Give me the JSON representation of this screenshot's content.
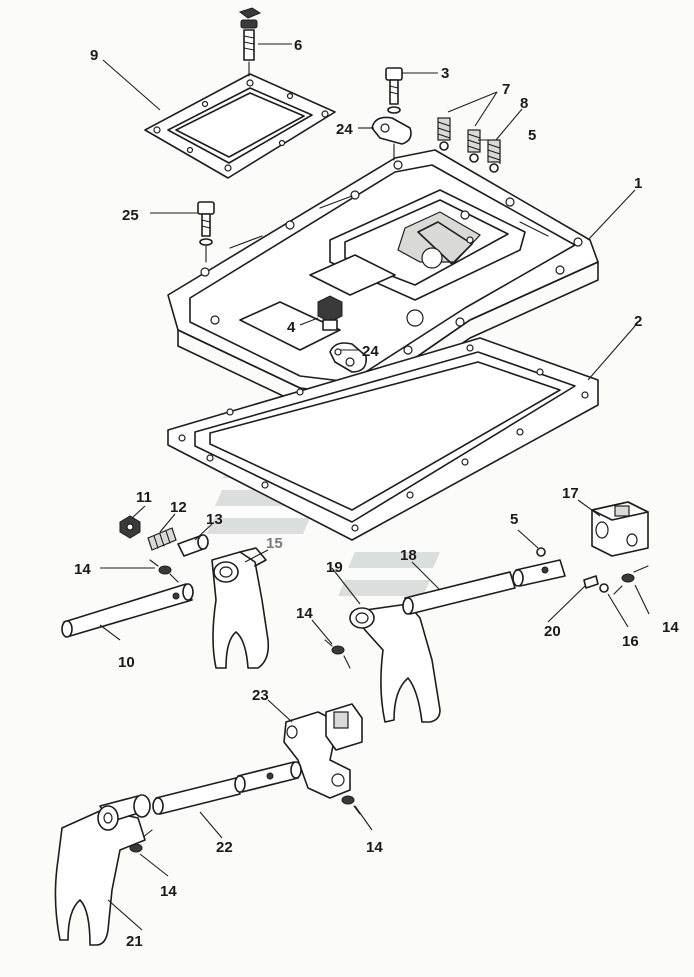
{
  "callouts": {
    "c1": "1",
    "c2": "2",
    "c3": "3",
    "c4": "4",
    "c5a": "5",
    "c5b": "5",
    "c6": "6",
    "c7": "7",
    "c8": "8",
    "c9": "9",
    "c10": "10",
    "c11": "11",
    "c12": "12",
    "c13": "13",
    "c14a": "14",
    "c14b": "14",
    "c14c": "14",
    "c14d": "14",
    "c14e": "14",
    "c15": "15",
    "c16": "16",
    "c17": "17",
    "c18": "18",
    "c19": "19",
    "c20": "20",
    "c21": "21",
    "c22": "22",
    "c23": "23",
    "c24a": "24",
    "c24b": "24",
    "c25": "25"
  },
  "watermark": {
    "color": "#cfd4d2"
  }
}
